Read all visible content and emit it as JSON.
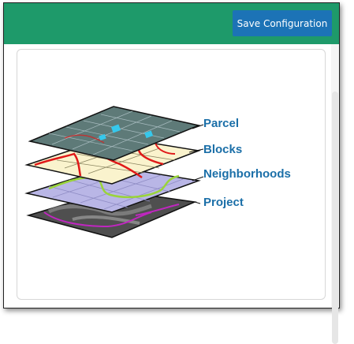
{
  "header": {
    "save_button_label": "Save Configuration"
  },
  "layers": [
    {
      "name": "Parcel"
    },
    {
      "name": "Blocks"
    },
    {
      "name": "Neighborhoods"
    },
    {
      "name": "Project"
    }
  ],
  "colors": {
    "header": "#1e9a6a",
    "button": "#1c73b6",
    "label": "#1b6fa8"
  }
}
